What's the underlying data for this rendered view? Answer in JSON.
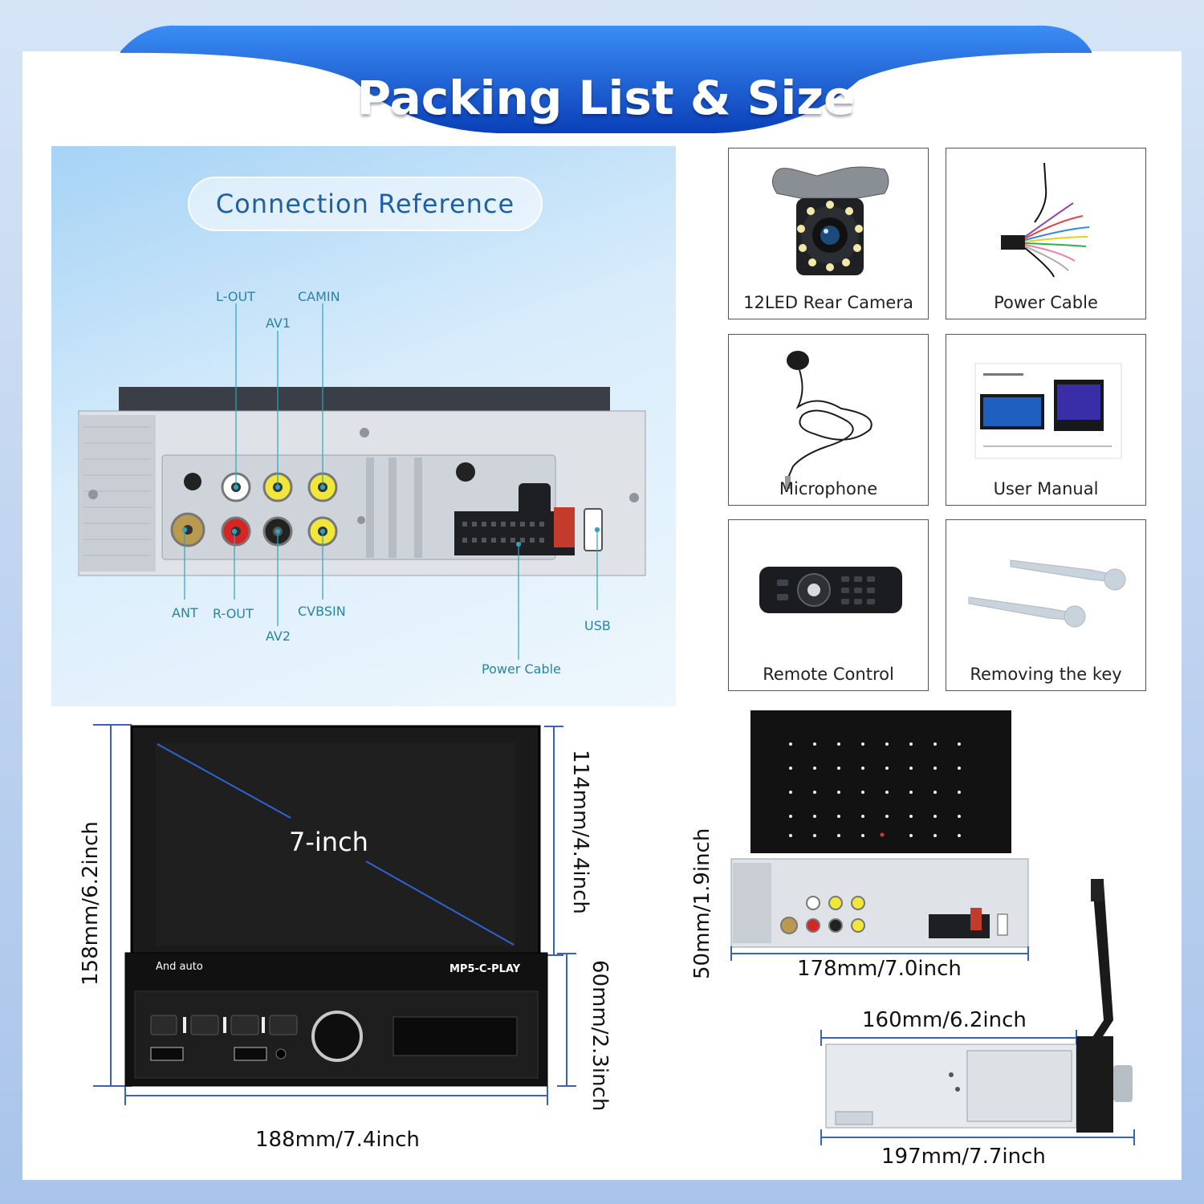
{
  "header": {
    "title": "Packing List & Size"
  },
  "connection": {
    "title": "Connection Reference",
    "ports": {
      "l_out": "L-OUT",
      "camin": "CAMIN",
      "av1": "AV1",
      "ant": "ANT",
      "r_out": "R-OUT",
      "cvbsin": "CVBSIN",
      "av2": "AV2",
      "usb": "USB",
      "power_cable": "Power Cable"
    }
  },
  "accessories": [
    {
      "label": "12LED Rear Camera",
      "icon": "rear-camera-icon"
    },
    {
      "label": "Power Cable",
      "icon": "power-cable-icon"
    },
    {
      "label": "Microphone",
      "icon": "microphone-icon"
    },
    {
      "label": "User Manual",
      "icon": "user-manual-icon"
    },
    {
      "label": "Remote Control",
      "icon": "remote-control-icon"
    },
    {
      "label": "Removing the key",
      "icon": "removing-key-icon"
    }
  ],
  "front_unit": {
    "screen_label": "7-inch",
    "brand": "And auto",
    "model": "MP5-C-PLAY",
    "height_total": "158mm/6.2inch",
    "screen_height": "114mm/4.4inch",
    "body_height": "60mm/2.3inch",
    "width": "188mm/7.4inch"
  },
  "back_unit": {
    "height": "50mm/1.9inch",
    "width": "178mm/7.0inch"
  },
  "side_unit": {
    "depth_body": "160mm/6.2inch",
    "depth_total": "197mm/7.7inch"
  },
  "colors": {
    "banner_blue": "#0d47c7",
    "banner_blue_light": "#2f7ff0",
    "label_teal": "#2a83a3",
    "title_blue": "#1e5fa6",
    "dim_line": "#3a63b8"
  }
}
